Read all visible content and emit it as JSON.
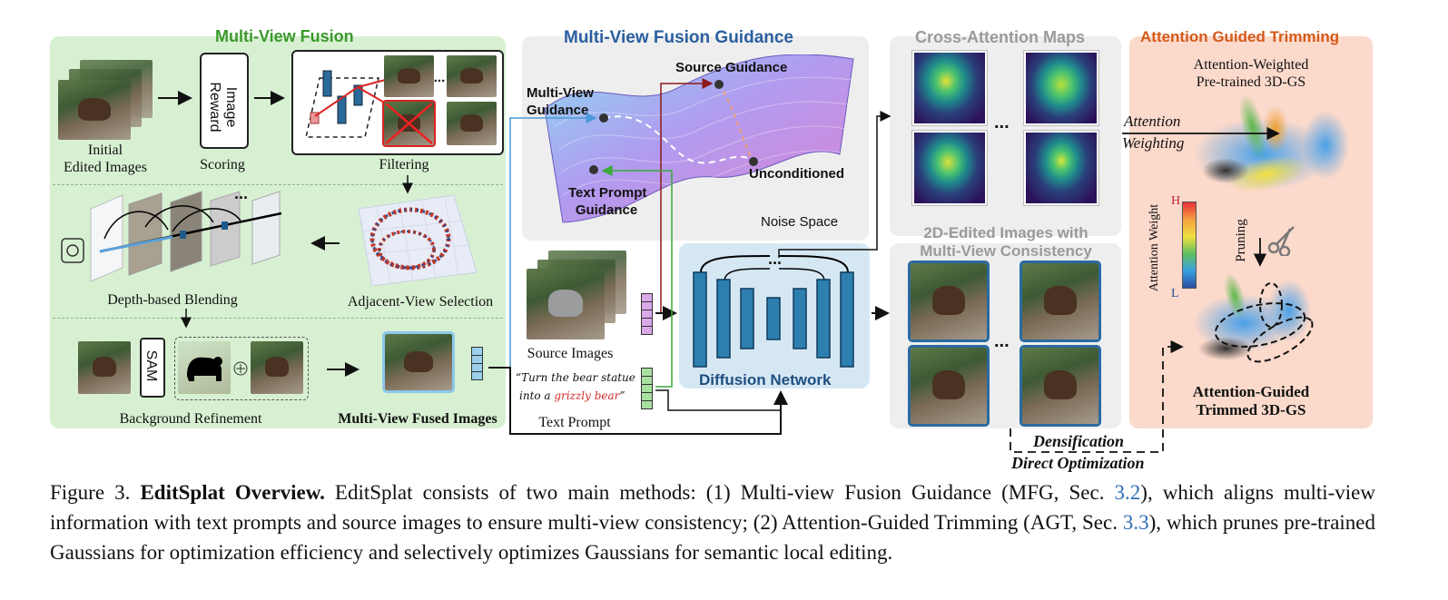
{
  "sections": {
    "fusion": "Multi-View Fusion",
    "guidance": "Multi-View Fusion Guidance",
    "cross_attention": "Cross-Attention Maps",
    "edited_images": "2D-Edited Images with\nMulti-View Consistency",
    "trimming": "Attention Guided Trimming"
  },
  "fusion_panel": {
    "initial": "Initial\nEdited Images",
    "reward_box": "Image\nReward",
    "scoring": "Scoring",
    "filtering": "Filtering",
    "depth_blending": "Depth-based Blending",
    "adjacent_view": "Adjacent-View Selection",
    "sam": "SAM",
    "background_refinement": "Background Refinement",
    "fused_images": "Multi-View Fused Images",
    "ellipsis": "..."
  },
  "guidance_panel": {
    "multi_view": "Multi-View\nGuidance",
    "source": "Source Guidance",
    "text_prompt": "Text Prompt\nGuidance",
    "unconditioned": "Unconditioned",
    "noise_space": "Noise Space"
  },
  "inputs": {
    "source_images": "Source Images",
    "prompt_part1": "“Turn the bear statue",
    "prompt_part2": "into a ",
    "prompt_highlight": "grizzly bear",
    "prompt_end": "”",
    "text_prompt": "Text Prompt"
  },
  "network": {
    "label": "Diffusion Network",
    "ellipsis": "..."
  },
  "trimming_panel": {
    "weighted": "Attention-Weighted\nPre-trained 3D-GS",
    "attention": "Attention",
    "weighting": "Weighting",
    "axis_label": "Attention Weight",
    "high": "H",
    "low": "L",
    "pruning": "Pruning",
    "result": "Attention-Guided\nTrimmed 3D-GS"
  },
  "optimization": {
    "densification": "Densification",
    "direct": "Direct Optimization"
  },
  "caption": {
    "figure": "Figure 3.",
    "title": "EditSplat Overview.",
    "t1": " EditSplat consists of two main methods: (1) Multi-view Fusion Guidance (MFG, Sec. ",
    "ref1": "3.2",
    "t2": "), which aligns multi-view information with text prompts and source images to ensure multi-view consistency; (2) Attention-Guided Trimming (AGT, Sec. ",
    "ref2": "3.3",
    "t3": "), which prunes pre-trained Gaussians for optimization efficiency and selectively optimizes Gaussians for semantic local editing."
  },
  "colors": {
    "fusion_title": "#3a9a2a",
    "guidance_title": "#2a5fa0",
    "gray_title": "#9a9a9a",
    "trimming_title": "#d45a1a",
    "reference": "#2f6fb5",
    "prompt_highlight": "#d62a2a"
  }
}
